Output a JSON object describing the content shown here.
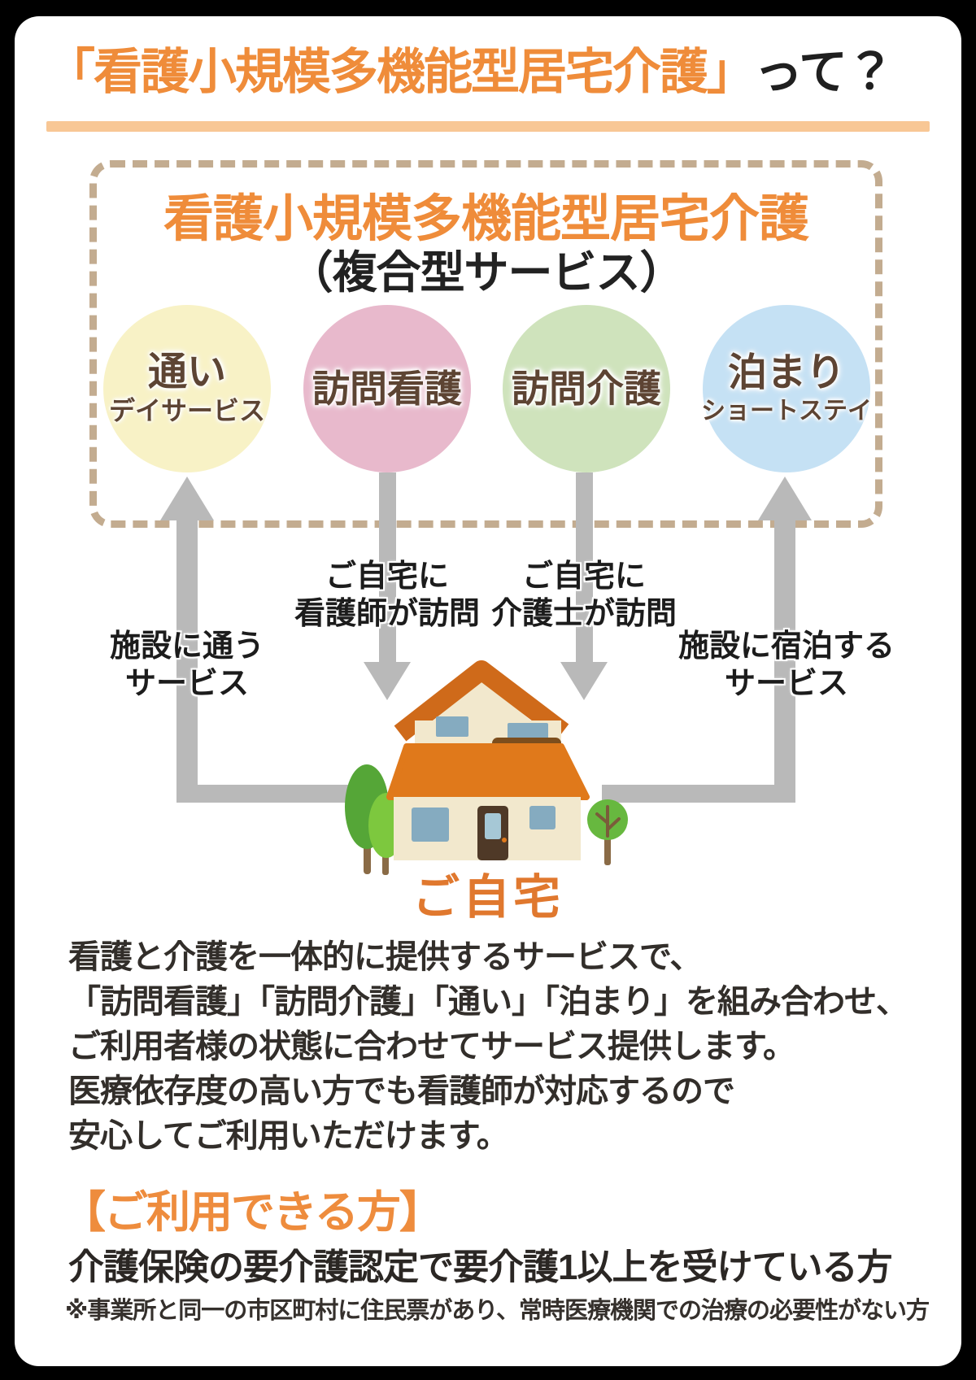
{
  "title": {
    "bracketed": "「看護小規模多機能型居宅介護」",
    "question": "って？"
  },
  "diagram": {
    "box_title": "看護小規模多機能型居宅介護",
    "box_subtitle": "（複合型サービス）",
    "services": [
      {
        "label": "通い",
        "sublabel": "デイサービス",
        "color": "#f8f2c6"
      },
      {
        "label": "訪問看護",
        "sublabel": "",
        "color": "#e8b9cc"
      },
      {
        "label": "訪問介護",
        "sublabel": "",
        "color": "#cfe3bc"
      },
      {
        "label": "泊まり",
        "sublabel": "ショートステイ",
        "color": "#c5e1f4"
      }
    ],
    "flow_labels": [
      {
        "direction": "up",
        "lines": [
          "施設に通う",
          "サービス"
        ]
      },
      {
        "direction": "down",
        "lines": [
          "ご自宅に",
          "看護師が訪問"
        ]
      },
      {
        "direction": "down",
        "lines": [
          "ご自宅に",
          "介護士が訪問"
        ]
      },
      {
        "direction": "up",
        "lines": [
          "施設に宿泊する",
          "サービス"
        ]
      }
    ],
    "home_label": "ご自宅"
  },
  "description": {
    "lines": [
      "看護と介護を一体的に提供するサービスで、",
      "「訪問看護」「訪問介護」「通い」「泊まり」を組み合わせ、",
      "ご利用者様の状態に合わせてサービス提供します。",
      "医療依存度の高い方でも看護師が対応するので",
      "安心してご利用いただけます。"
    ]
  },
  "eligibility": {
    "heading": "【ご利用できる方】",
    "main": "介護保険の要介護認定で要介護1以上を受けている方",
    "note": "※事業所と同一の市区町村に住民票があり、常時医療機関での治療の必要性がない方"
  },
  "colors": {
    "accent_orange": "#ef8c3a",
    "underline_peach": "#f8c795",
    "dashed_border": "#c3ac90",
    "arrow_gray": "#b9b9b9",
    "circle_text_brown": "#5d4433",
    "home_orange": "#e0782e",
    "body_text": "#322e2a",
    "background": "#000000",
    "card": "#ffffff"
  }
}
